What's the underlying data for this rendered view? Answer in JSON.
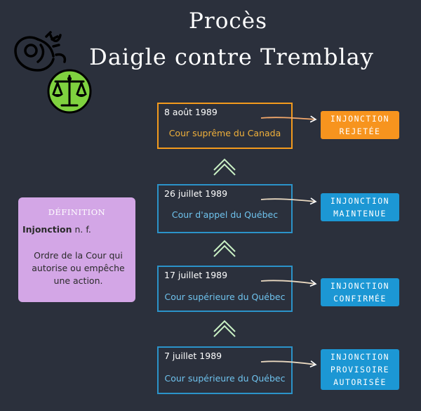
{
  "title": {
    "line1": "Procès",
    "line2": "Daigle contre Tremblay"
  },
  "icons": [
    "fetus-icon",
    "scales-of-justice-icon"
  ],
  "colors": {
    "background": "#2b303c",
    "blue": "#1c97d4",
    "orange": "#f7941e",
    "definition": "#d3a6e6",
    "chevron": "#c9f0c4"
  },
  "steps": [
    {
      "date": "8 août 1989",
      "court": "Cour suprême du Canada",
      "result": [
        "INJONCTION",
        "REJETÉE"
      ]
    },
    {
      "date": "26 juillet 1989",
      "court": "Cour d'appel du Québec",
      "result": [
        "INJONCTION",
        "MAINTENUE"
      ]
    },
    {
      "date": "17 juillet 1989",
      "court": "Cour supérieure du Québec",
      "result": [
        "INJONCTION",
        "CONFIRMÉE"
      ]
    },
    {
      "date": "7 juillet 1989",
      "court": "Cour supérieure du Québec",
      "result": [
        "INJONCTION",
        "PROVISOIRE",
        "AUTORISÉE"
      ]
    }
  ],
  "definition": {
    "heading": "DÉFINITION",
    "term": "Injonction",
    "pos": " n. f.",
    "text": "Ordre de la Cour qui autorise ou empêche une action."
  }
}
